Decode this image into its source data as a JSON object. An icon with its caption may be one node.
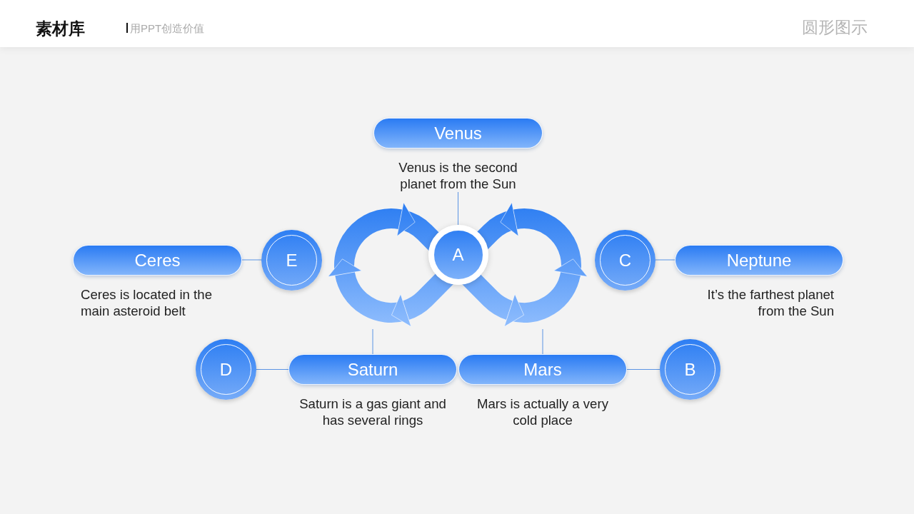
{
  "diagram": {
    "title": "圆形图示",
    "nodes": [
      {
        "text": [
          "Venus"
        ],
        "beside": [
          "Venus is the second planet from the Sun"
        ]
      },
      {
        "text": [
          "Ceres"
        ],
        "beside": [
          "Ceres is located in the main asteroid belt"
        ]
      },
      {
        "text": [
          "E"
        ]
      },
      {
        "text": [],
        "shape": "picture"
      },
      {
        "text": [
          "A"
        ],
        "in": 3
      },
      {
        "text": [
          "C"
        ]
      },
      {
        "text": [
          "Neptune"
        ],
        "beside": [
          "It’s the farthest planet from the Sun"
        ]
      },
      {
        "text": [
          "D"
        ]
      },
      {
        "text": [
          "Saturn"
        ],
        "beside": [
          "Saturn is a gas giant and has several rings"
        ]
      },
      {
        "text": [
          "Mars"
        ],
        "beside": [
          "Mars is actually a very cold place"
        ]
      },
      {
        "text": [
          "B"
        ]
      }
    ],
    "edges": [
      {
        "from": 4,
        "to": 0,
        "arrow": "none"
      },
      {
        "from": 2,
        "to": 1,
        "arrow": "none"
      },
      {
        "from": 5,
        "to": 6,
        "arrow": "none"
      },
      {
        "from": 7,
        "to": 8,
        "arrow": "none"
      },
      {
        "from": 3,
        "to": 8,
        "arrow": "none"
      },
      {
        "from": 3,
        "to": 9,
        "arrow": "none"
      },
      {
        "from": 10,
        "to": 9,
        "arrow": "none"
      }
    ],
    "labels": [
      "素材库",
      "用PPT创造价值"
    ]
  }
}
